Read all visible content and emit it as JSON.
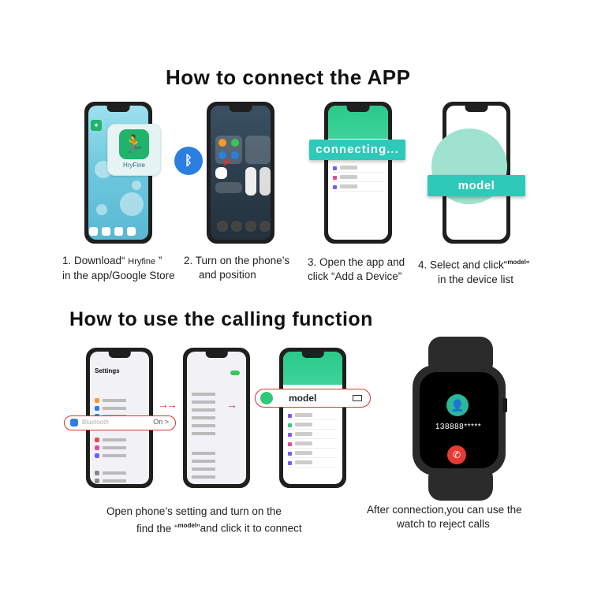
{
  "headings": {
    "connect": "How to connect the APP",
    "calling": "How to use the calling function"
  },
  "step1": {
    "line1_prefix": "1. Download“ ",
    "app_name": "Hryfine",
    "line1_suffix": " ”",
    "line2": "in the app/Google Store",
    "app_card_label": "HryFine"
  },
  "step2": {
    "line1": "2. Turn on the phone’s",
    "line2": "and position"
  },
  "step3": {
    "line1": "3. Open the app and",
    "line2": "click “Add a Device”",
    "banner": "connecting..."
  },
  "step4": {
    "line1_prefix": "4. Select and click“",
    "model": "model",
    "line1_suffix": "”",
    "line2": "in the device list",
    "banner": "model"
  },
  "calling_left": {
    "line1": "Open phone’s setting and turn on the",
    "line2_prefix": "find the “",
    "model": "model",
    "line2_suffix": "”and click it to connect",
    "settings_title": "Settings",
    "bt_label": "Bluetooth",
    "bt_state": "On",
    "model_pill": "model"
  },
  "calling_right": {
    "line1": "After connection,you can use the",
    "line2": "watch to reject calls",
    "watch_number": "138888*****"
  },
  "icons": {
    "bluetooth": "bluetooth-icon",
    "person": "person-icon",
    "reject": "phone-reject-icon"
  },
  "colors": {
    "accent_teal": "#2ec9b8",
    "bluetooth_blue": "#2a7fe0",
    "highlight_red": "#e0322f",
    "app_green": "#1fb36b"
  }
}
